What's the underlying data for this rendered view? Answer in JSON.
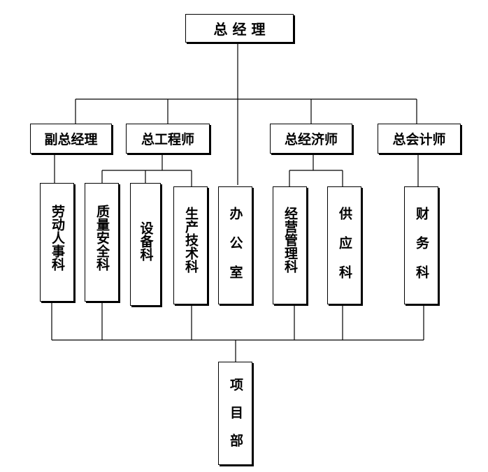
{
  "chart": {
    "top": {
      "label": "总 经 理"
    },
    "level2": {
      "deputy_gm": "副总经理",
      "chief_engineer": "总工程师",
      "chief_economist": "总经济师",
      "chief_accountant": "总会计师"
    },
    "departments": {
      "labor_hr": "劳动人事科",
      "quality_safety": "质量安全科",
      "equipment": "设备科",
      "production_tech": "生产技术科",
      "office": "办公室",
      "operations_mgmt": "经营管理科",
      "supply": "供应科",
      "finance": "财务科"
    },
    "bottom": {
      "project_dept": "项目部"
    }
  },
  "colors": {
    "line": "#000000",
    "box_border": "#000000",
    "background": "#ffffff"
  }
}
